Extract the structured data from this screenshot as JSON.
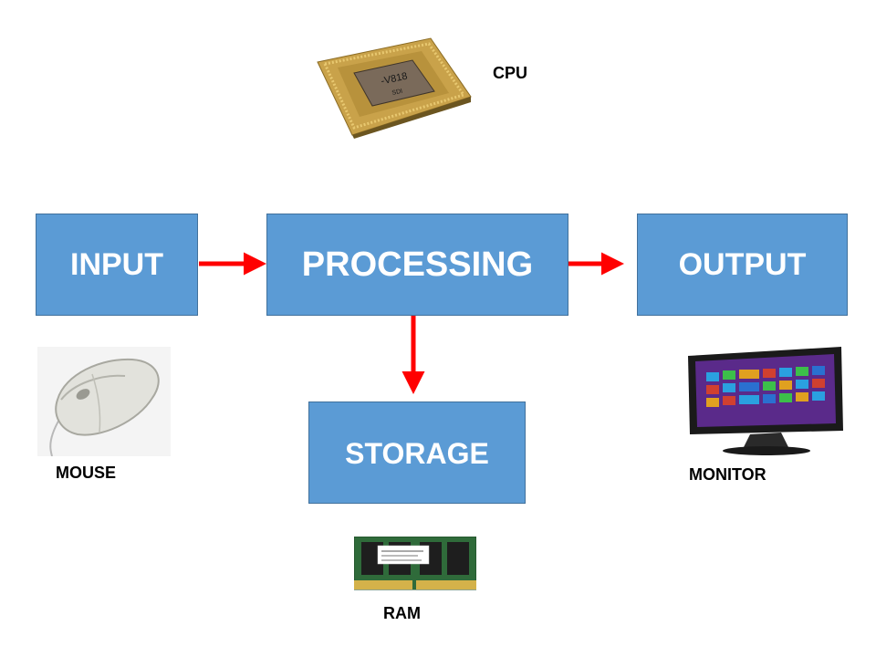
{
  "diagram": {
    "boxes": {
      "input": "INPUT",
      "processing": "PROCESSING",
      "output": "OUTPUT",
      "storage": "STORAGE"
    },
    "labels": {
      "cpu": "CPU",
      "mouse": "MOUSE",
      "ram": "RAM",
      "monitor": "MONITOR"
    }
  },
  "colors": {
    "box_fill": "#5b9bd5",
    "box_border": "#41719c",
    "arrow": "#ff0000",
    "text_on_box": "#ffffff"
  },
  "icons": [
    "cpu-chip-icon",
    "mouse-icon",
    "ram-module-icon",
    "monitor-icon"
  ]
}
